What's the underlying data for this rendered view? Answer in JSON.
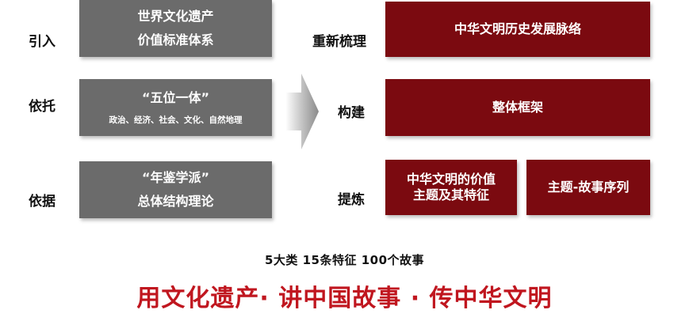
{
  "left_labels": {
    "intro": "引入",
    "rely": "依托",
    "basis": "依据"
  },
  "gray_boxes": {
    "heritage": {
      "line1": "世界文化遗产",
      "line2": "价值标准体系"
    },
    "five_in_one": {
      "line1": "“五位一体”",
      "line2": "政治、经济、社会、文化、自然地理"
    },
    "yearbook": {
      "line1": "“年鉴学派”",
      "line2": "总体结构理论"
    }
  },
  "mid_labels": {
    "sort": "重新梳理",
    "build": "构建",
    "refine": "提炼"
  },
  "red_boxes": {
    "history": "中华文明历史发展脉络",
    "framework": "整体框架",
    "values_line1": "中华文明的价值",
    "values_line2": "主题及其特征",
    "sequence": "主题-故事序列"
  },
  "summary": "5大类 15条特征 100个故事",
  "slogan": "用文化遗产· 讲中国故事 · 传中华文明",
  "colors": {
    "gray_box": "#6b6b6b",
    "red_box": "#7b0a10",
    "slogan": "#c0161f"
  }
}
